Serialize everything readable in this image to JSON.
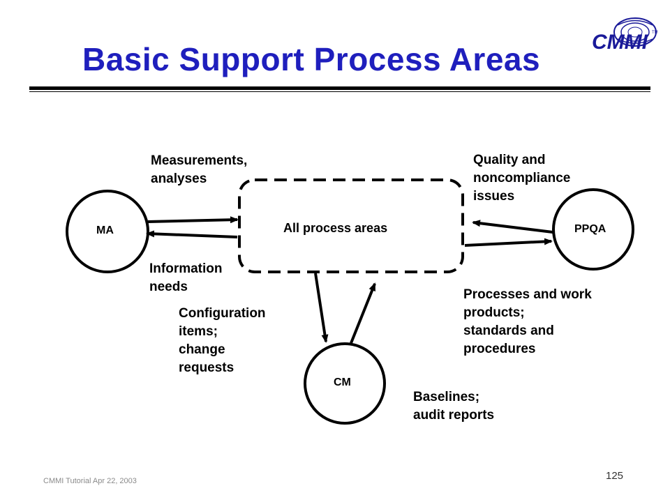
{
  "slide": {
    "title": "Basic Support Process Areas",
    "logo_text": "CMMI",
    "logo_tm": "TM",
    "footer": "CMMI Tutorial Apr 22, 2003",
    "page_number": "125"
  },
  "nodes": {
    "center": "All process areas",
    "ma": "MA",
    "ppqa": "PPQA",
    "cm": "CM"
  },
  "labels": {
    "measurements": "Measurements,\nanalyses",
    "information_needs": "Information\nneeds",
    "quality_issues": "Quality and\nnoncompliance\nissues",
    "processes_products": "Processes and work\nproducts;\nstandards and\nprocedures",
    "configuration_items": "Configuration\nitems;\nchange\nrequests",
    "baselines": "Baselines;\naudit reports"
  },
  "colors": {
    "title": "#1f1fbd",
    "logo": "#1a1a99"
  }
}
